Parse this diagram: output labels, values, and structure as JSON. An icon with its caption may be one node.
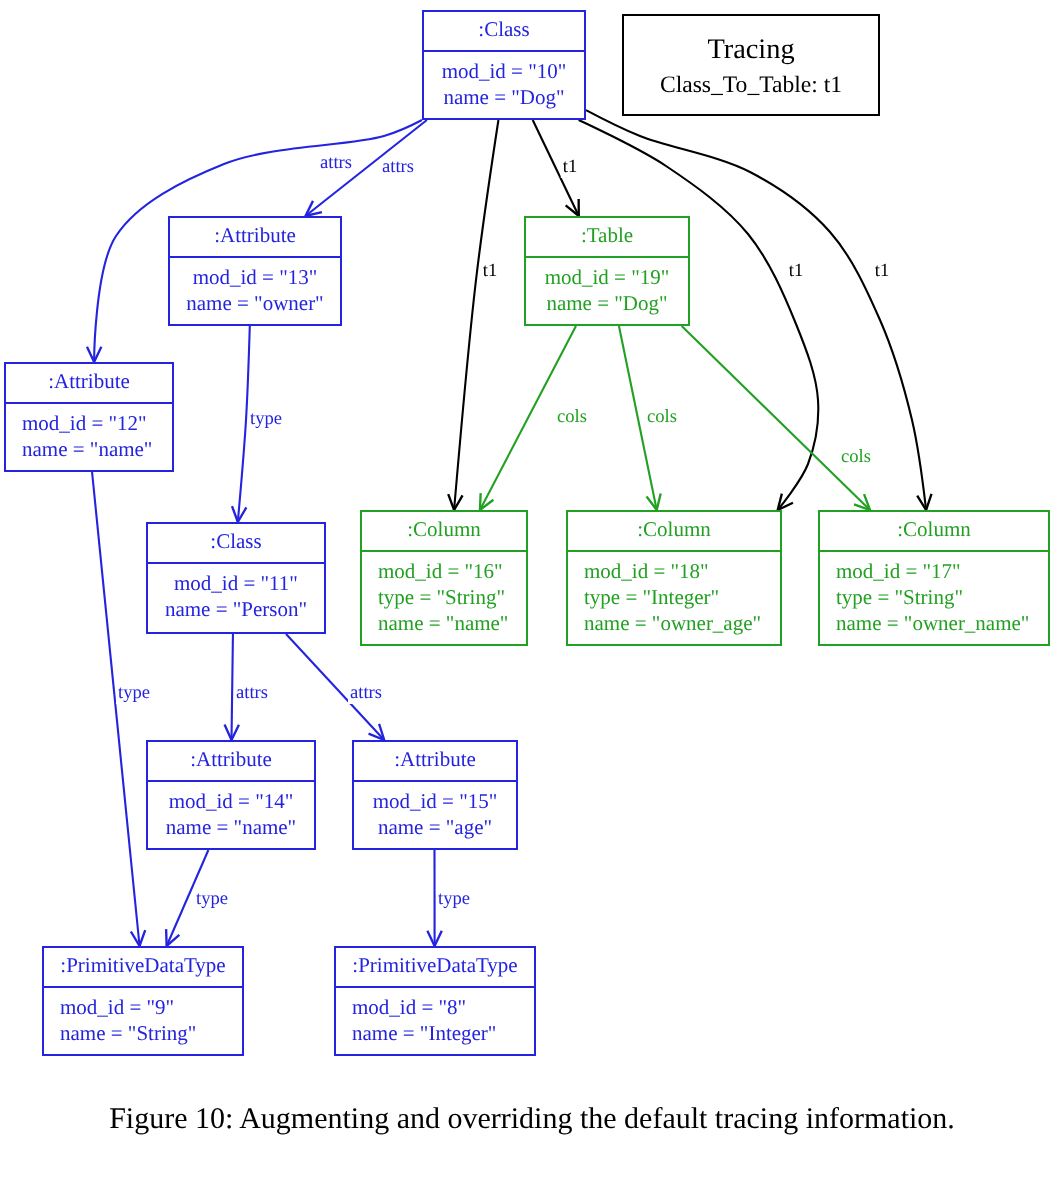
{
  "diagram": {
    "caption": "Figure 10: Augmenting and overriding the default tracing information.",
    "nodes": [
      {
        "text": [
          ":Class",
          "mod_id = \"10\"",
          "name = \"Dog\""
        ]
      },
      {
        "text": [
          "Tracing",
          "Class_To_Table: t1"
        ]
      },
      {
        "text": [
          ":Attribute",
          "mod_id = \"13\"",
          "name = \"owner\""
        ]
      },
      {
        "text": [
          ":Table",
          "mod_id = \"19\"",
          "name = \"Dog\""
        ]
      },
      {
        "text": [
          ":Attribute",
          "mod_id = \"12\"",
          "name = \"name\""
        ]
      },
      {
        "text": [
          ":Class",
          "mod_id = \"11\"",
          "name = \"Person\""
        ]
      },
      {
        "text": [
          ":Column",
          "mod_id = \"16\"",
          "type = \"String\"",
          "name = \"name\""
        ]
      },
      {
        "text": [
          ":Column",
          "mod_id = \"18\"",
          "type = \"Integer\"",
          "name = \"owner_age\""
        ]
      },
      {
        "text": [
          ":Column",
          "mod_id = \"17\"",
          "type = \"String\"",
          "name = \"owner_name\""
        ]
      },
      {
        "text": [
          ":Attribute",
          "mod_id = \"14\"",
          "name = \"name\""
        ]
      },
      {
        "text": [
          ":Attribute",
          "mod_id = \"15\"",
          "name = \"age\""
        ]
      },
      {
        "text": [
          ":PrimitiveDataType",
          "mod_id = \"9\"",
          "name = \"String\""
        ]
      },
      {
        "text": [
          ":PrimitiveDataType",
          "mod_id = \"8\"",
          "name = \"Integer\""
        ]
      }
    ],
    "edges": [
      {
        "from": 0,
        "to": 4,
        "arrow": "to",
        "label": "attrs"
      },
      {
        "from": 0,
        "to": 2,
        "arrow": "to",
        "label": "attrs"
      },
      {
        "from": 0,
        "to": 3,
        "arrow": "to",
        "label": "t1",
        "color": "#000000"
      },
      {
        "from": 0,
        "to": 6,
        "arrow": "to",
        "label": "t1",
        "color": "#000000"
      },
      {
        "from": 0,
        "to": 7,
        "arrow": "to",
        "label": "t1",
        "color": "#000000"
      },
      {
        "from": 0,
        "to": 8,
        "arrow": "to",
        "label": "t1",
        "color": "#000000"
      },
      {
        "from": 3,
        "to": 6,
        "arrow": "to",
        "label": "cols",
        "color": "#22a022"
      },
      {
        "from": 3,
        "to": 7,
        "arrow": "to",
        "label": "cols",
        "color": "#22a022"
      },
      {
        "from": 3,
        "to": 8,
        "arrow": "to",
        "label": "cols",
        "color": "#22a022"
      },
      {
        "from": 2,
        "to": 5,
        "arrow": "to",
        "label": "type"
      },
      {
        "from": 4,
        "to": 11,
        "arrow": "to",
        "label": "type"
      },
      {
        "from": 5,
        "to": 9,
        "arrow": "to",
        "label": "attrs"
      },
      {
        "from": 5,
        "to": 10,
        "arrow": "to",
        "label": "attrs"
      },
      {
        "from": 9,
        "to": 11,
        "arrow": "to",
        "label": "type"
      },
      {
        "from": 10,
        "to": 12,
        "arrow": "to",
        "label": "type"
      }
    ]
  }
}
